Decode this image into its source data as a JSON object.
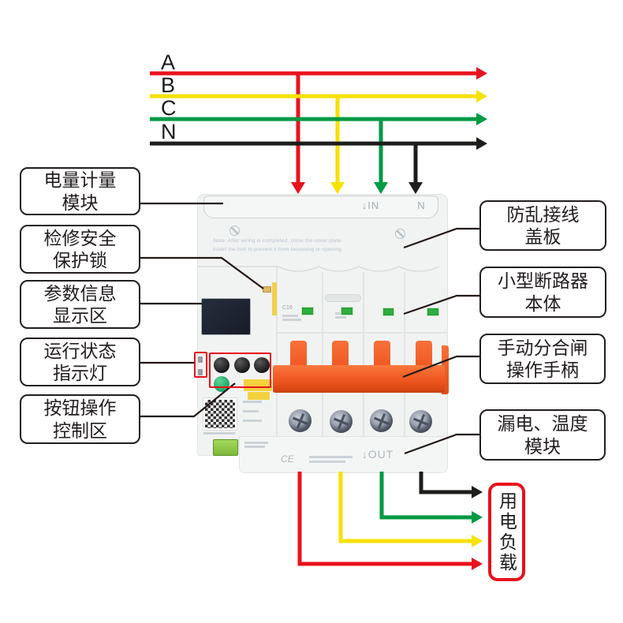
{
  "phases": {
    "items": [
      {
        "name": "A",
        "color": "#e8131c"
      },
      {
        "name": "B",
        "color": "#f7e100"
      },
      {
        "name": "C",
        "color": "#009a44"
      },
      {
        "name": "N",
        "color": "#1d1d1b"
      }
    ]
  },
  "left_callouts": [
    {
      "label": "电量计量\n模块"
    },
    {
      "label": "检修安全\n保护锁"
    },
    {
      "label": "参数信息\n显示区"
    },
    {
      "label": "运行状态\n指示灯"
    },
    {
      "label": "按钮操作\n控制区"
    }
  ],
  "right_callouts": [
    {
      "label": "防乱接线\n盖板"
    },
    {
      "label": "小型断路器\n本体"
    },
    {
      "label": "手动分合闸\n操作手柄"
    },
    {
      "label": "漏电、温度\n模块"
    }
  ],
  "load": {
    "label": "用电负载",
    "border_color": "#e8101c"
  },
  "device": {
    "in_label": "↓IN",
    "neutral_label": "N",
    "out_label": "↓OUT",
    "ce_mark": "CE",
    "breaker_rating": "C16",
    "cover_note_line1": "Note: After wiring is completed, close the cover plate.",
    "cover_note_line2": "Insert the bolt to prevent it from loosening or opening."
  }
}
